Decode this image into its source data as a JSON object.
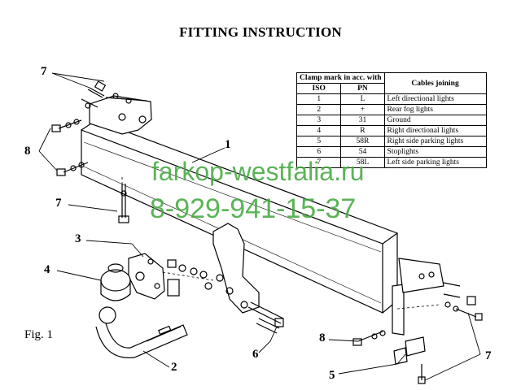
{
  "title": "FITTING INSTRUCTION",
  "figure_label": "Fig. 1",
  "table": {
    "header_clamp": "Clamp mark in acc. with",
    "header_iso": "ISO",
    "header_pn": "PN",
    "header_cables": "Cables joining",
    "rows": [
      {
        "iso": "1",
        "pn": "L",
        "desc": "Left directional lights"
      },
      {
        "iso": "2",
        "pn": "+",
        "desc": "Rear fog lights"
      },
      {
        "iso": "3",
        "pn": "31",
        "desc": "Ground"
      },
      {
        "iso": "4",
        "pn": "R",
        "desc": "Right directional lights"
      },
      {
        "iso": "5",
        "pn": "58R",
        "desc": "Right side parking lights"
      },
      {
        "iso": "6",
        "pn": "54",
        "desc": "Stoplights"
      },
      {
        "iso": "7",
        "pn": "58L",
        "desc": "Left side parking lights"
      }
    ]
  },
  "watermark": {
    "line1": "farkop-westfalia.ru",
    "line2": "8-929-941-15-37",
    "color": "#3fa83a"
  },
  "callouts": {
    "top_left": "7",
    "left_bolts": "8",
    "beam": "1",
    "center_bolt": "7",
    "ball_plate": "3",
    "socket_cover": "4",
    "ball_arm": "2",
    "side_bolts": "6",
    "right_bolts": "8",
    "bracket": "5",
    "right_screws": "7"
  }
}
